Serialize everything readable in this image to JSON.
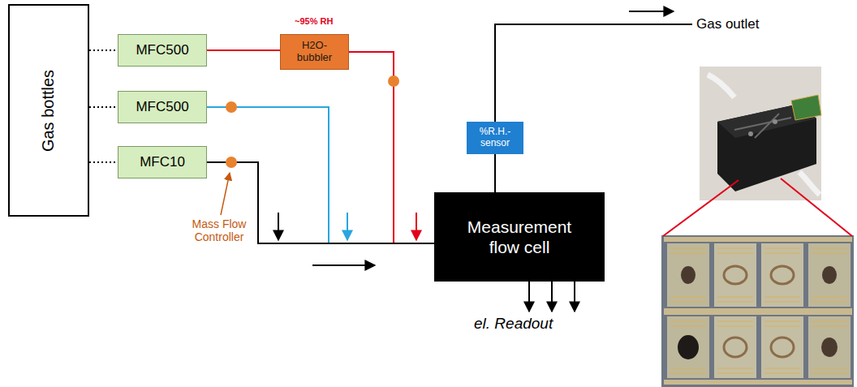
{
  "diagram": {
    "nodes": [
      {
        "text": [
          "Gas bottles"
        ]
      },
      {
        "text": [
          "MFC500"
        ]
      },
      {
        "text": [
          "MFC500"
        ]
      },
      {
        "text": [
          "MFC10"
        ]
      },
      {
        "text": [
          "H2O- bubbler"
        ]
      },
      {
        "text": [
          "Measurement flow cell"
        ]
      },
      {
        "text": [
          "%R.H.- sensor"
        ]
      }
    ],
    "edges": [
      {
        "from": 0,
        "to": 1,
        "arrow": "none"
      },
      {
        "from": 0,
        "to": 2,
        "arrow": "none"
      },
      {
        "from": 0,
        "to": 3,
        "arrow": "none"
      },
      {
        "from": 1,
        "to": 4,
        "arrow": "none"
      },
      {
        "from": 4,
        "to": 5,
        "arrow": "none"
      },
      {
        "from": 2,
        "to": 5,
        "arrow": "none"
      },
      {
        "from": 3,
        "to": 5,
        "arrow": "none"
      },
      {
        "from": 5,
        "to": 6,
        "arrow": "none"
      }
    ],
    "labels": [
      "~95% RH",
      "Mass Flow Controller",
      "Gas outlet",
      "el. Readout"
    ]
  }
}
